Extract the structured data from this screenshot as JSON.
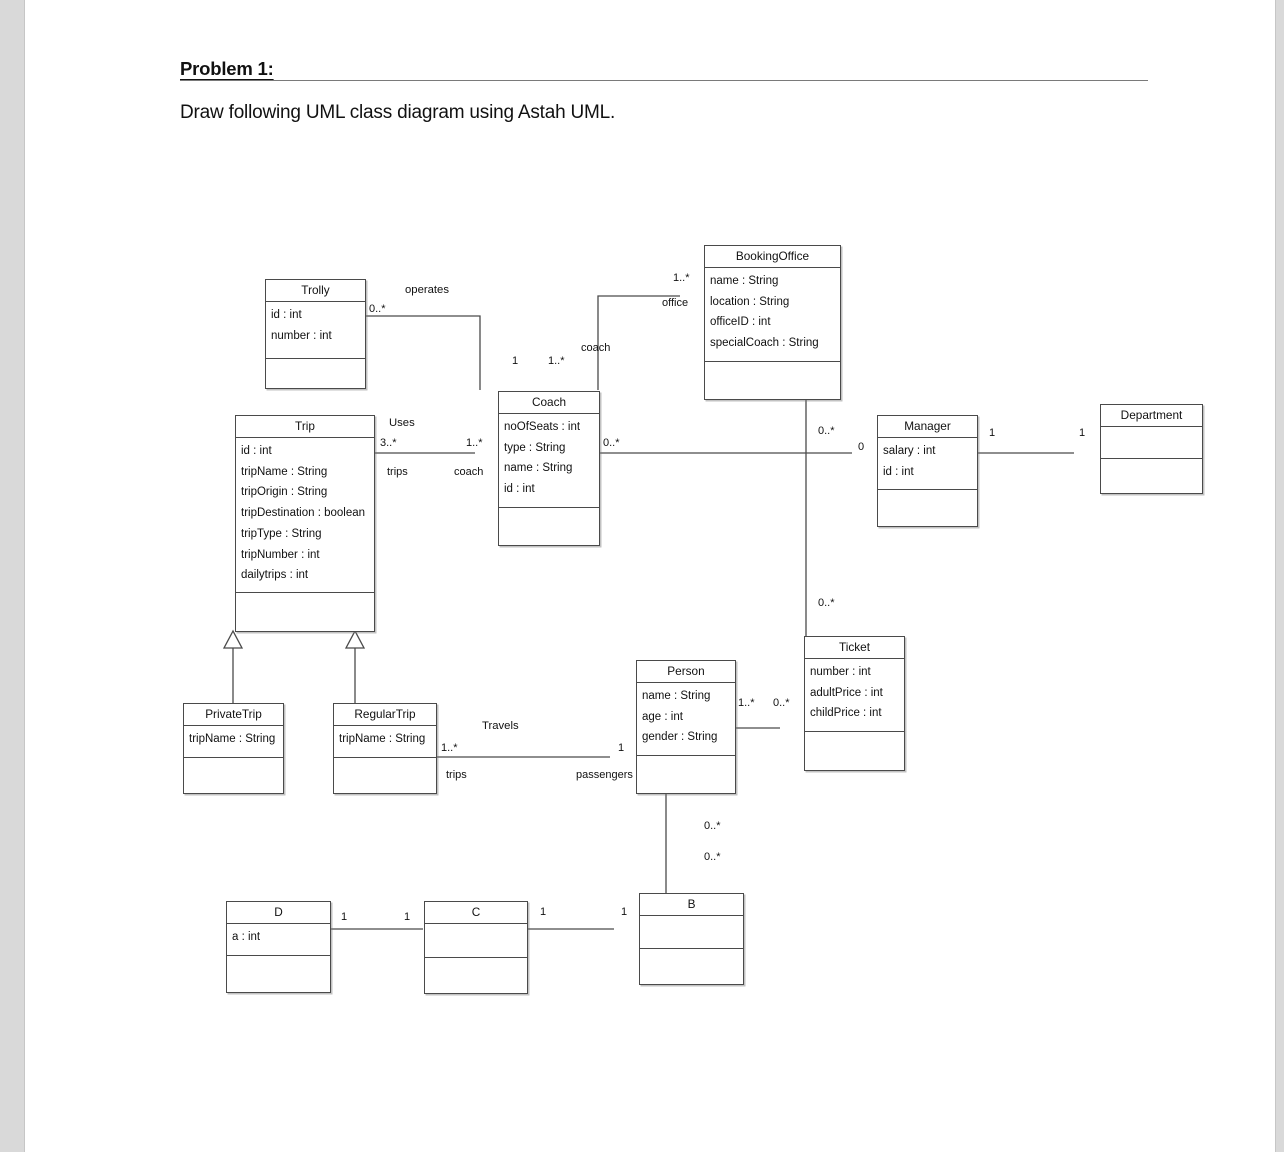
{
  "document": {
    "problem_label": "Problem 1:",
    "instruction": "Draw following UML class diagram using Astah UML."
  },
  "diagram": {
    "type": "uml-class-diagram",
    "classes": [
      {
        "id": "trolly",
        "name": "Trolly",
        "attributes": [
          "id : int",
          "number : int"
        ],
        "operations": []
      },
      {
        "id": "bookingoffice",
        "name": "BookingOffice",
        "attributes": [
          "name : String",
          "location : String",
          "officeID : int",
          "specialCoach : String"
        ],
        "operations": []
      },
      {
        "id": "coach",
        "name": "Coach",
        "attributes": [
          "noOfSeats : int",
          "type : String",
          "name : String",
          "id : int"
        ],
        "operations": []
      },
      {
        "id": "trip",
        "name": "Trip",
        "attributes": [
          "id : int",
          "tripName : String",
          "tripOrigin : String",
          "tripDestination : boolean",
          "tripType : String",
          "tripNumber : int",
          "dailytrips : int"
        ],
        "operations": []
      },
      {
        "id": "manager",
        "name": "Manager",
        "attributes": [
          "salary : int",
          "id : int"
        ],
        "operations": []
      },
      {
        "id": "department",
        "name": "Department",
        "attributes": [],
        "operations": []
      },
      {
        "id": "ticket",
        "name": "Ticket",
        "attributes": [
          "number : int",
          "adultPrice : int",
          "childPrice : int"
        ],
        "operations": []
      },
      {
        "id": "person",
        "name": "Person",
        "attributes": [
          "name : String",
          "age : int",
          "gender : String"
        ],
        "operations": []
      },
      {
        "id": "privatetrip",
        "name": "PrivateTrip",
        "attributes": [
          "tripName : String"
        ],
        "operations": []
      },
      {
        "id": "regulartrip",
        "name": "RegularTrip",
        "attributes": [
          "tripName : String"
        ],
        "operations": []
      },
      {
        "id": "d",
        "name": "D",
        "attributes": [
          "a : int"
        ],
        "operations": []
      },
      {
        "id": "c",
        "name": "C",
        "attributes": [],
        "operations": []
      },
      {
        "id": "b",
        "name": "B",
        "attributes": [],
        "operations": []
      }
    ],
    "associations": [
      {
        "id": "trolly-coach",
        "name": "operates",
        "source": "trolly",
        "target": "coach",
        "source_multiplicity": "0..*",
        "target_multiplicity": "1..*",
        "source_role": "",
        "target_role": "",
        "extra_multiplicity": "1"
      },
      {
        "id": "bookingoffice-coach",
        "name": "",
        "source": "bookingoffice",
        "target": "coach",
        "source_multiplicity": "1..*",
        "target_multiplicity": "",
        "source_role": "office",
        "target_role": "coach"
      },
      {
        "id": "trip-coach",
        "name": "Uses",
        "source": "trip",
        "target": "coach",
        "source_multiplicity": "3..*",
        "target_multiplicity": "1..*",
        "source_role": "trips",
        "target_role": "coach"
      },
      {
        "id": "coach-manager",
        "name": "",
        "source": "coach",
        "target": "manager",
        "source_multiplicity": "0..*",
        "target_multiplicity": "0",
        "source_role": "",
        "target_role": ""
      },
      {
        "id": "manager-department",
        "name": "",
        "source": "manager",
        "target": "department",
        "source_multiplicity": "1",
        "target_multiplicity": "1",
        "source_role": "",
        "target_role": ""
      },
      {
        "id": "bookingoffice-ticket",
        "name": "",
        "source": "bookingoffice",
        "target": "ticket",
        "source_multiplicity": "0..*",
        "target_multiplicity": "0..*",
        "source_role": "",
        "target_role": ""
      },
      {
        "id": "person-ticket",
        "name": "",
        "source": "person",
        "target": "ticket",
        "source_multiplicity": "1..*",
        "target_multiplicity": "0..*",
        "source_role": "",
        "target_role": ""
      },
      {
        "id": "regulartrip-person",
        "name": "Travels",
        "source": "regulartrip",
        "target": "person",
        "source_multiplicity": "1..*",
        "target_multiplicity": "1",
        "source_role": "trips",
        "target_role": "passengers"
      },
      {
        "id": "person-b",
        "name": "",
        "source": "person",
        "target": "b",
        "source_multiplicity": "0..*",
        "target_multiplicity": "0..*",
        "source_role": "",
        "target_role": ""
      },
      {
        "id": "d-c",
        "name": "",
        "source": "d",
        "target": "c",
        "source_multiplicity": "1",
        "target_multiplicity": "1",
        "source_role": "",
        "target_role": ""
      },
      {
        "id": "c-b",
        "name": "",
        "source": "c",
        "target": "b",
        "source_multiplicity": "1",
        "target_multiplicity": "1",
        "source_role": "",
        "target_role": ""
      }
    ],
    "generalizations": [
      {
        "id": "privatetrip-trip",
        "subclass": "privatetrip",
        "superclass": "trip"
      },
      {
        "id": "regulartrip-trip",
        "subclass": "regulartrip",
        "superclass": "trip"
      }
    ],
    "colors": {
      "page_background": "#ffffff",
      "canvas_background": "#d9d9d9",
      "line": "#4a4a4a",
      "text": "#111111"
    }
  }
}
